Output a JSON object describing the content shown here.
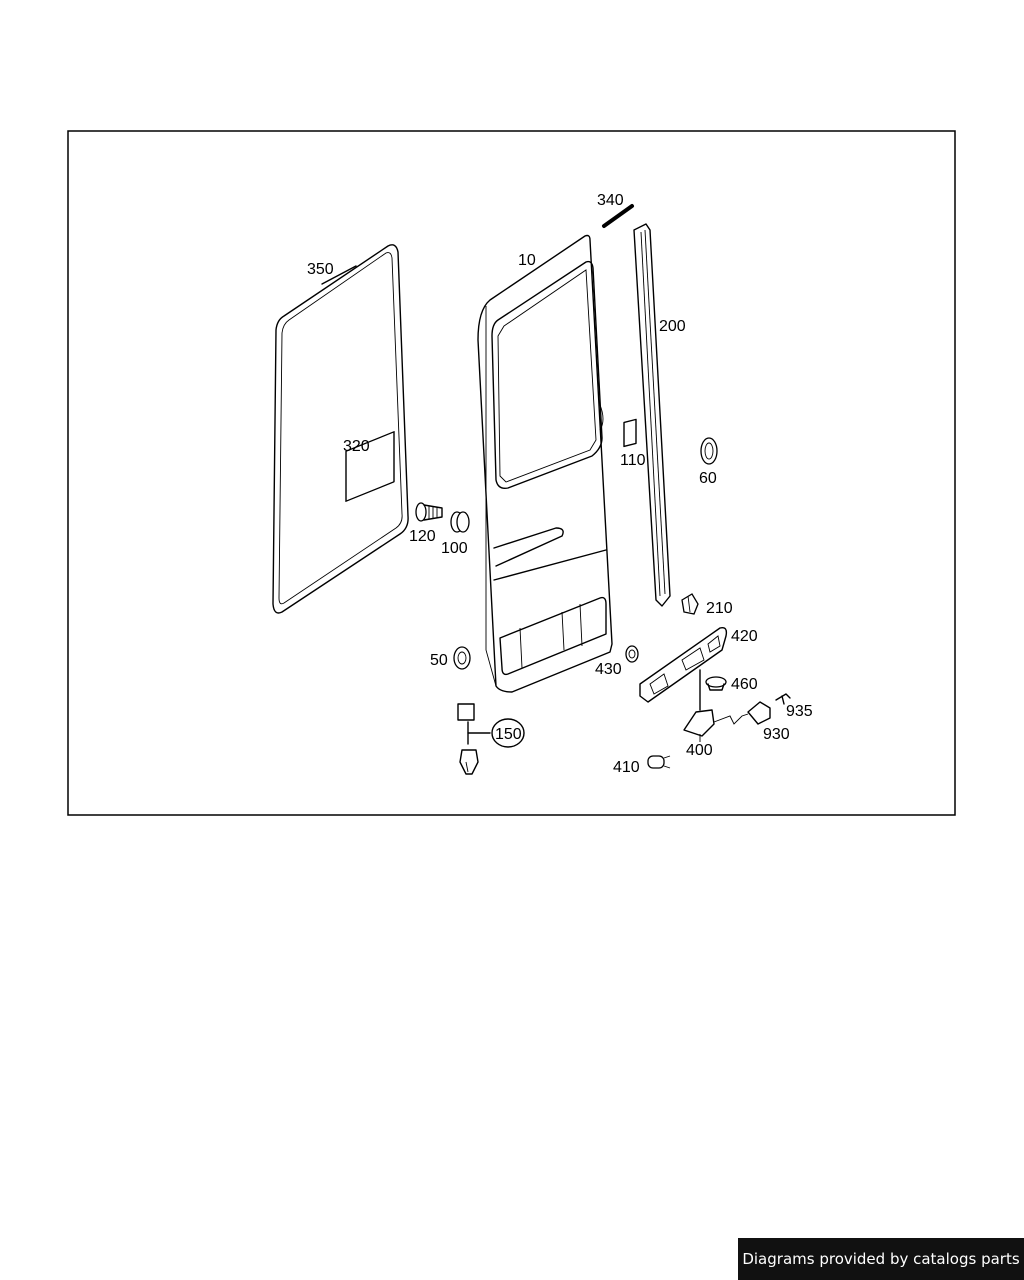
{
  "callouts": {
    "c10": "10",
    "c50": "50",
    "c60": "60",
    "c100": "100",
    "c110": "110",
    "c120": "120",
    "c150": "150",
    "c200": "200",
    "c210": "210",
    "c320": "320",
    "c340": "340",
    "c350": "350",
    "c400": "400",
    "c410": "410",
    "c420": "420",
    "c430": "430",
    "c460": "460",
    "c930": "930",
    "c935": "935"
  },
  "footer": {
    "credit_text": "Diagrams provided by catalogs parts"
  },
  "colors": {
    "frame": "#000000",
    "credit_background": "#111111",
    "credit_text": "#ffffff"
  }
}
